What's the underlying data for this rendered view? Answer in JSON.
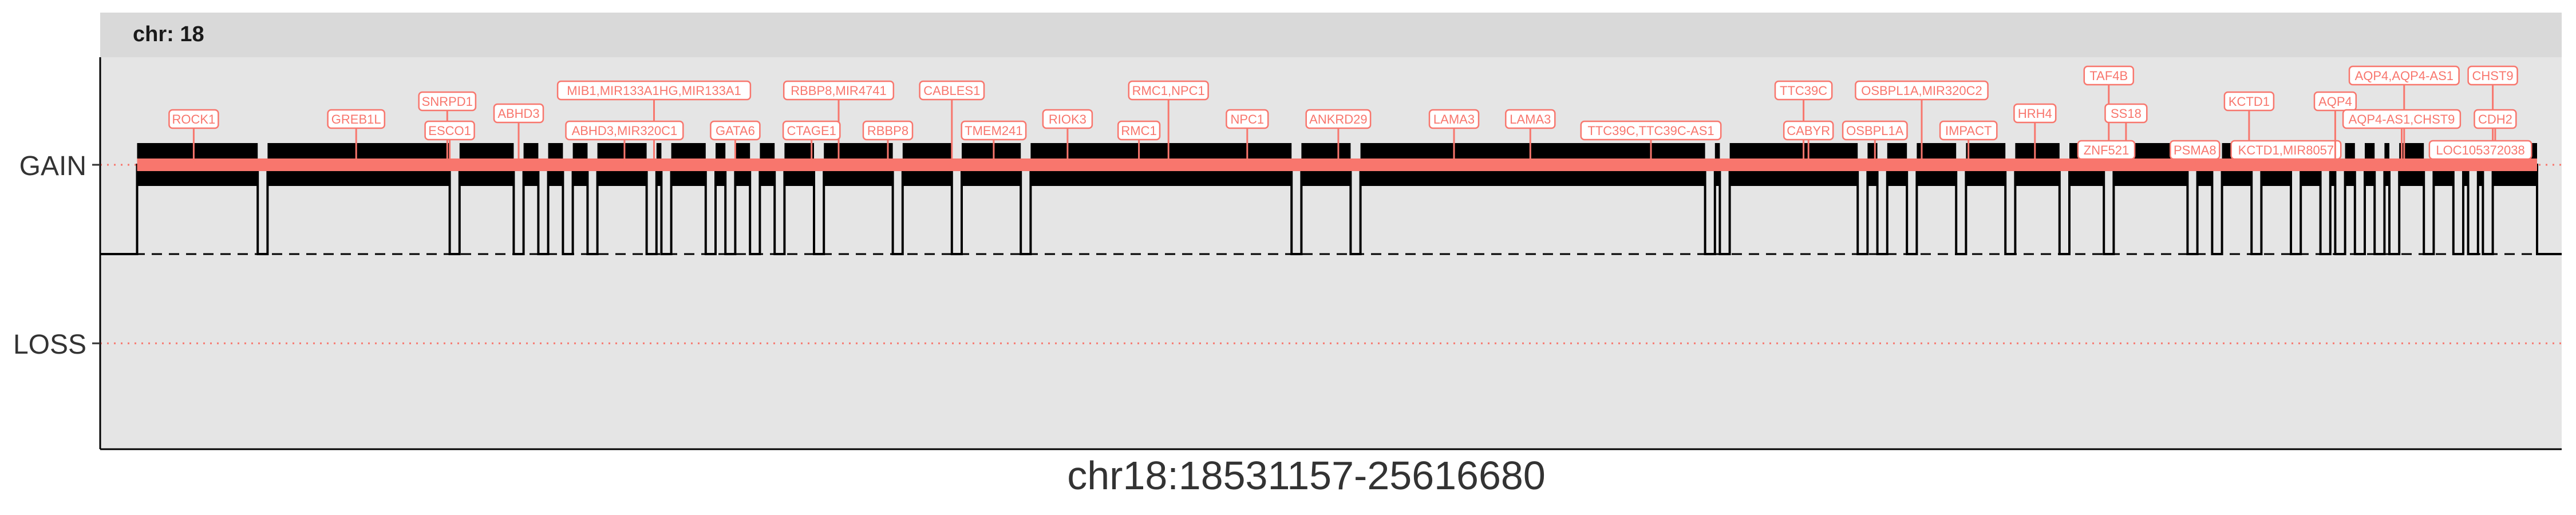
{
  "chart_data": {
    "type": "line",
    "facet_strip": "chr: 18",
    "xlabel": "chr18:18531157-25616680",
    "ylabel": "",
    "y_categories": [
      "GAIN",
      "LOSS"
    ],
    "y_reference_lines": {
      "GAIN": {
        "style": "dotted",
        "color": "#f8766d"
      },
      "neutral": {
        "style": "dashed",
        "color": "#000000"
      },
      "LOSS": {
        "style": "dotted",
        "color": "#f8766d"
      }
    },
    "xlim": [
      0,
      100
    ],
    "panel_background": "#e5e5e5",
    "strip_background": "#d9d9d9",
    "series": [
      {
        "name": "",
        "color": "#000000",
        "segments_gain": [
          [
            1.5,
            6.4
          ],
          [
            6.8,
            14.2
          ],
          [
            14.6,
            16.8
          ],
          [
            17.2,
            17.8
          ],
          [
            18.2,
            18.8
          ],
          [
            19.2,
            19.8
          ],
          [
            20.2,
            22.2
          ],
          [
            22.6,
            22.8
          ],
          [
            23.2,
            24.6
          ],
          [
            25.0,
            25.4
          ],
          [
            25.8,
            26.4
          ],
          [
            26.8,
            27.4
          ],
          [
            27.8,
            29.0
          ],
          [
            29.4,
            32.2
          ],
          [
            32.6,
            34.6
          ],
          [
            35.0,
            37.4
          ],
          [
            37.8,
            48.4
          ],
          [
            48.8,
            50.8
          ],
          [
            51.2,
            65.2
          ],
          [
            65.6,
            65.8
          ],
          [
            66.2,
            71.4
          ],
          [
            71.8,
            72.2
          ],
          [
            72.6,
            73.4
          ],
          [
            73.8,
            75.4
          ],
          [
            75.8,
            77.4
          ],
          [
            77.8,
            79.6
          ],
          [
            80.0,
            81.4
          ],
          [
            81.8,
            84.8
          ],
          [
            85.2,
            85.8
          ],
          [
            86.2,
            87.4
          ],
          [
            87.8,
            89.0
          ],
          [
            89.4,
            90.2
          ],
          [
            90.6,
            90.8
          ],
          [
            91.2,
            91.6
          ],
          [
            92.0,
            92.4
          ],
          [
            92.8,
            93.0
          ],
          [
            93.4,
            94.4
          ],
          [
            94.8,
            95.6
          ],
          [
            96.0,
            96.2
          ],
          [
            96.6,
            96.8
          ],
          [
            97.2,
            99.0
          ]
        ]
      }
    ],
    "highlight": {
      "name": "",
      "color": "#f8766d",
      "x_range": [
        1.5,
        99.0
      ],
      "level": "GAIN"
    },
    "gene_labels": [
      {
        "label": "ROCK1",
        "x": 3.8,
        "row": 3
      },
      {
        "label": "GREB1L",
        "x": 10.4,
        "row": 3
      },
      {
        "label": "SNRPD1",
        "x": 14.1,
        "row": 1
      },
      {
        "label": "ESCO1",
        "x": 14.2,
        "row": 4
      },
      {
        "label": "ABHD3",
        "x": 17.0,
        "row": 2
      },
      {
        "label": "MIB1,MIR133A1HG,MIR133A1",
        "x": 22.5,
        "row": 0
      },
      {
        "label": "ABHD3,MIR320C1",
        "x": 21.3,
        "row": 4
      },
      {
        "label": "GATA6",
        "x": 25.8,
        "row": 4
      },
      {
        "label": "RBBP8,MIR4741",
        "x": 30.0,
        "row": 0
      },
      {
        "label": "CTAGE1",
        "x": 28.9,
        "row": 4
      },
      {
        "label": "RBBP8",
        "x": 32.0,
        "row": 4
      },
      {
        "label": "CABLES1",
        "x": 34.6,
        "row": 0
      },
      {
        "label": "TMEM241",
        "x": 36.3,
        "row": 4
      },
      {
        "label": "RIOK3",
        "x": 39.3,
        "row": 3
      },
      {
        "label": "RMC1,NPC1",
        "x": 43.4,
        "row": 0
      },
      {
        "label": "RMC1",
        "x": 42.2,
        "row": 4
      },
      {
        "label": "NPC1",
        "x": 46.6,
        "row": 3
      },
      {
        "label": "ANKRD29",
        "x": 50.3,
        "row": 3
      },
      {
        "label": "LAMA3",
        "x": 55.0,
        "row": 3
      },
      {
        "label": "LAMA3",
        "x": 58.1,
        "row": 3
      },
      {
        "label": "TTC39C,TTC39C-AS1",
        "x": 63.0,
        "row": 4
      },
      {
        "label": "TTC39C",
        "x": 69.2,
        "row": 0
      },
      {
        "label": "CABYR",
        "x": 69.4,
        "row": 4
      },
      {
        "label": "OSBPL1A,MIR320C2",
        "x": 74.0,
        "row": 0
      },
      {
        "label": "OSBPL1A",
        "x": 72.1,
        "row": 4
      },
      {
        "label": "IMPACT",
        "x": 75.9,
        "row": 4
      },
      {
        "label": "HRH4",
        "x": 78.6,
        "row": 2
      },
      {
        "label": "TAF4B",
        "x": 81.6,
        "row": -1
      },
      {
        "label": "SS18",
        "x": 82.3,
        "row": 2
      },
      {
        "label": "ZNF521",
        "x": 81.5,
        "row": 5
      },
      {
        "label": "PSMA8",
        "x": 85.1,
        "row": 5
      },
      {
        "label": "KCTD1",
        "x": 87.3,
        "row": 1
      },
      {
        "label": "KCTD1,MIR8057",
        "x": 88.8,
        "row": 5
      },
      {
        "label": "AQP4",
        "x": 90.8,
        "row": 1
      },
      {
        "label": "AQP4,AQP4-AS1",
        "x": 93.6,
        "row": -1
      },
      {
        "label": "AQP4-AS1,CHST9",
        "x": 93.5,
        "row": 3
      },
      {
        "label": "CHST9",
        "x": 97.2,
        "row": -1
      },
      {
        "label": "CDH2",
        "x": 97.3,
        "row": 3
      },
      {
        "label": "LOC105372038",
        "x": 96.7,
        "row": 5
      }
    ]
  }
}
